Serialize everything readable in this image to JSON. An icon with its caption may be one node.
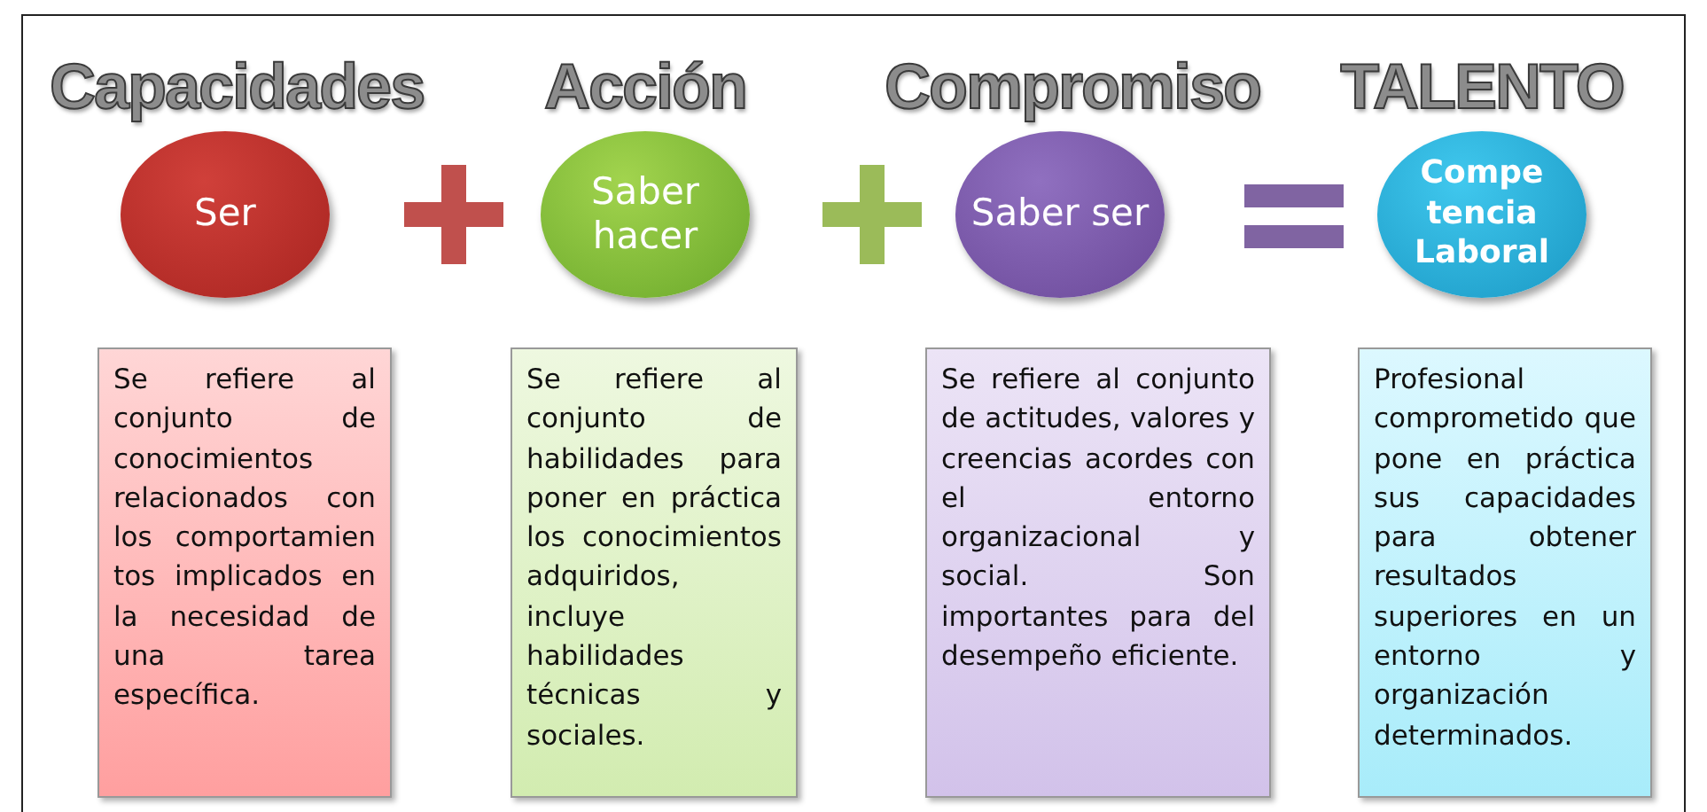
{
  "diagram": {
    "nodes": [
      {
        "text": [
          "Capacidades",
          "Ser"
        ]
      },
      {
        "text": [
          "Acción",
          "Saber hacer"
        ]
      },
      {
        "text": [
          "Compromiso",
          "Saber ser"
        ]
      },
      {
        "text": [
          "TALENTO",
          "Compe tencia Laboral"
        ]
      },
      {
        "text": [
          "Se refiere al conjunto de conocimientos relacionados con los comportamien tos implicados en la necesidad de una tarea específica."
        ]
      },
      {
        "text": [
          "Se refiere al conjunto de habilidades para poner en práctica los conocimientos adquiridos, incluye habilidades técnicas y sociales."
        ]
      },
      {
        "text": [
          "Se refiere al conjunto de actitudes, valores y creencias acordes con el entorno organizacional y social. Son importantes para del desempeño eficiente."
        ]
      },
      {
        "text": [
          "Profesional comprometido que pone en práctica sus capacidades para obtener resultados superiores en un entorno y organización determinados."
        ]
      }
    ],
    "edges": []
  }
}
